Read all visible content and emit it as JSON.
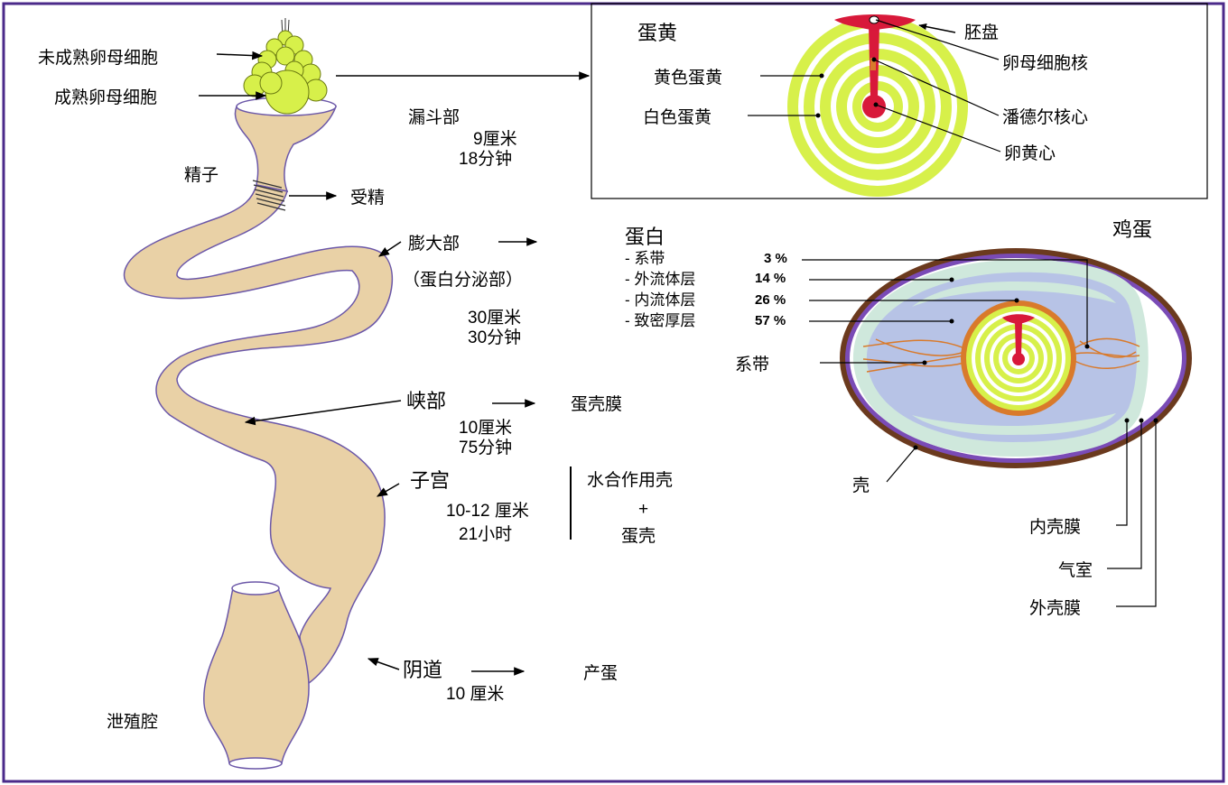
{
  "colors": {
    "border": "#4b2a8a",
    "oviduct_fill": "#e9d1a6",
    "oviduct_edge": "#6b57a8",
    "yolk_yellow": "#d7f04a",
    "yolk_white": "#ffffff",
    "germinal": "#d8193a",
    "shell_outer": "#6b3a1e",
    "shell_inner": "#7a4bb6",
    "albumen_thick": "#b7c3e6",
    "albumen_thin": "#cfe8dc",
    "chalaza": "#d97a2b"
  },
  "oviduct": {
    "immature_oocyte": "未成熟卵母细胞",
    "mature_oocyte": "成熟卵母细胞",
    "sperm": "精子",
    "fertilization": "受精",
    "cloaca": "泄殖腔",
    "infundibulum": {
      "name": "漏斗部",
      "length": "9厘米",
      "time": "18分钟"
    },
    "magnum": {
      "name": "膨大部",
      "note": "（蛋白分泌部）",
      "length": "30厘米",
      "time": "30分钟"
    },
    "isthmus": {
      "name": "峡部",
      "product": "蛋壳膜",
      "length": "10厘米",
      "time": "75分钟"
    },
    "uterus": {
      "name": "子宫",
      "length": "10-12 厘米",
      "time": "21小时",
      "product1": "水合作用壳",
      "plus": "+",
      "product2": "蛋壳"
    },
    "vagina": {
      "name": "阴道",
      "length": "10 厘米",
      "product": "产蛋"
    }
  },
  "albumen": {
    "title": "蛋白",
    "layers": [
      {
        "name": "- 系带",
        "pct": "3 %"
      },
      {
        "name": "- 外流体层",
        "pct": "14 %"
      },
      {
        "name": "- 内流体层",
        "pct": "26 %"
      },
      {
        "name": "- 致密厚层",
        "pct": "57 %"
      }
    ]
  },
  "yolk": {
    "title": "蛋黄",
    "blastodisc": "胚盘",
    "oocyte_nucleus": "卵母细胞核",
    "yellow_yolk": "黄色蛋黄",
    "white_yolk": "白色蛋黄",
    "pander_nucleus": "潘德尔核心",
    "latebra": "卵黄心"
  },
  "egg": {
    "title": "鸡蛋",
    "chalaza": "系带",
    "shell": "壳",
    "inner_membrane": "内壳膜",
    "air_cell": "气室",
    "outer_membrane": "外壳膜"
  }
}
